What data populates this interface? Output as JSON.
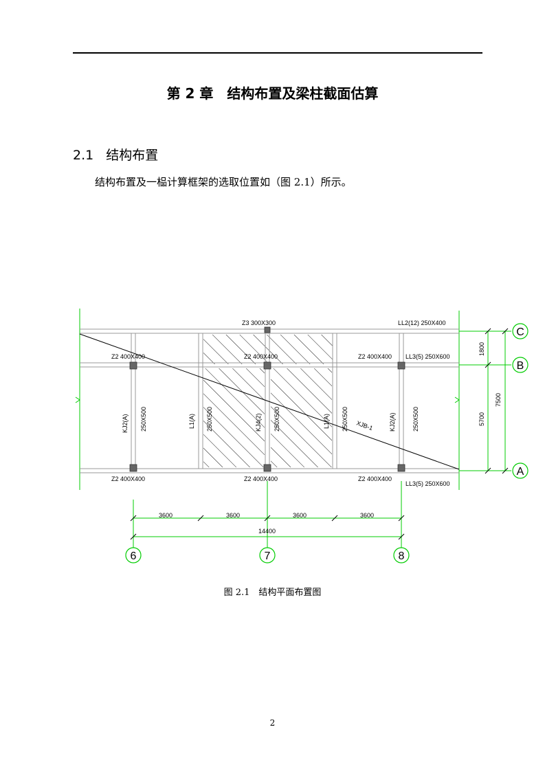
{
  "header": {
    "chapter_number": "第 2 章",
    "chapter_title": "结构布置及梁柱截面估算"
  },
  "section": {
    "number": "2.1",
    "title": "结构布置"
  },
  "body_text": "结构布置及一榀计算框架的选取位置如（图 2.1）所示。",
  "figure": {
    "caption": "图 2.1　结构平面布置图",
    "labels": {
      "z3": "Z3 300X300",
      "ll2": "LL2(12)  250X400",
      "z2_row_b_left": "Z2 400X400",
      "z2_row_b_mid": "Z2 400X400",
      "z2_row_b_right": "Z2 400X400",
      "ll3_top": "LL3(5)  250X600",
      "z2_row_a_left": "Z2  400X400",
      "z2_row_a_mid": "Z2  400X400",
      "z2_row_a_right": "Z2  400X400",
      "ll3_bottom": "LL3(5)  250X600",
      "kj2_left": "KJ2(A)",
      "beam_250x500_1": "250X500",
      "l1_left": "L1(A)",
      "beam_250x500_2": "250X500",
      "kj4": "KJ4(2)",
      "beam_250x500_3": "250X500",
      "l1_right": "L1(A)",
      "beam_250x500_4": "250X500",
      "xjb": "XJB-1",
      "kj2_right": "KJ2(A)",
      "beam_250x500_5": "250X500"
    },
    "dimensions": {
      "span_1": "3600",
      "span_2": "3600",
      "span_3": "3600",
      "span_4": "3600",
      "total_x": "14400",
      "span_bc": "1800",
      "span_ab": "5700",
      "total_y": "7500"
    },
    "grid_axes": {
      "col_6": "6",
      "col_7": "7",
      "col_8": "8",
      "row_c": "C",
      "row_b": "B",
      "row_a": "A"
    },
    "colors": {
      "axis_green": "#00cc00",
      "beam_gray": "#999999",
      "column_fill": "#666666"
    }
  },
  "page_number": "2"
}
